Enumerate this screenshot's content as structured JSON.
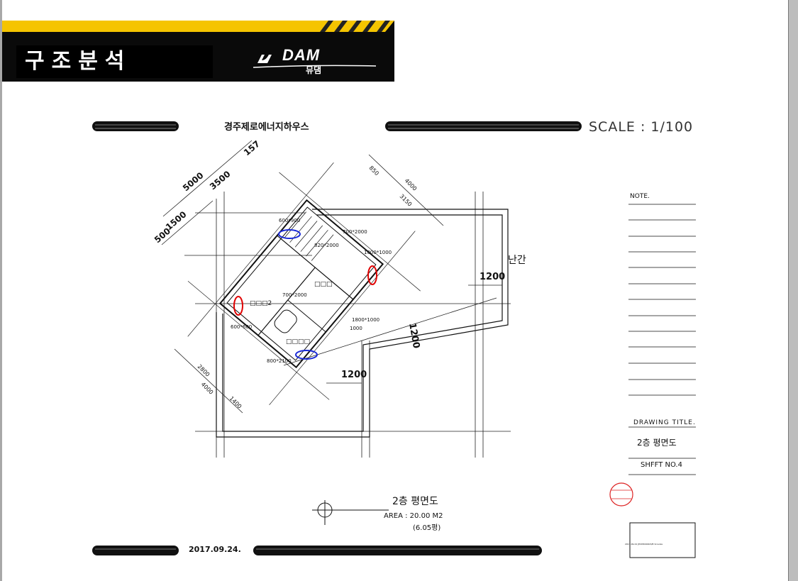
{
  "banner": {
    "title": "구조분석",
    "logo_name": "DAM",
    "logo_sub": "뮤댐"
  },
  "sheet": {
    "project_title": "경주제로에너지하우스",
    "scale": "SCALE : 1/100",
    "date": "2017.09.24.",
    "plan_caption": "2층 평면도",
    "area_line": "AREA : 20.00 M2",
    "area_pyeong": "(6.05평)"
  },
  "title_block": {
    "note_label": "NOTE.",
    "drawing_title_label": "DRAWING TITLE.",
    "drawing_title": "2층 평면도",
    "sheet_number": "SHFFT NO.4",
    "stamp_text": "2017.09.24 JHXM000003/B Vicenza"
  },
  "plan": {
    "dimensions_top": [
      "5000",
      "3500",
      "157",
      "1500",
      "500"
    ],
    "dimensions_right_top": [
      "850",
      "4000",
      "3150"
    ],
    "dimensions_bottom_left": [
      "2800",
      "4000",
      "1400"
    ],
    "openings": [
      "600*900",
      "820*2000",
      "700*2000",
      "1000*1000",
      "700*2000",
      "600*600",
      "1800*1000",
      "1000",
      "800*2100"
    ],
    "room_labels": [
      "□□□",
      "□□□2",
      "□□□□"
    ],
    "dims_1200": [
      "1200",
      "1200",
      "1200"
    ],
    "railing_label": "난간",
    "markers": {
      "red": "#e00000",
      "blue": "#1a2ad6"
    }
  }
}
